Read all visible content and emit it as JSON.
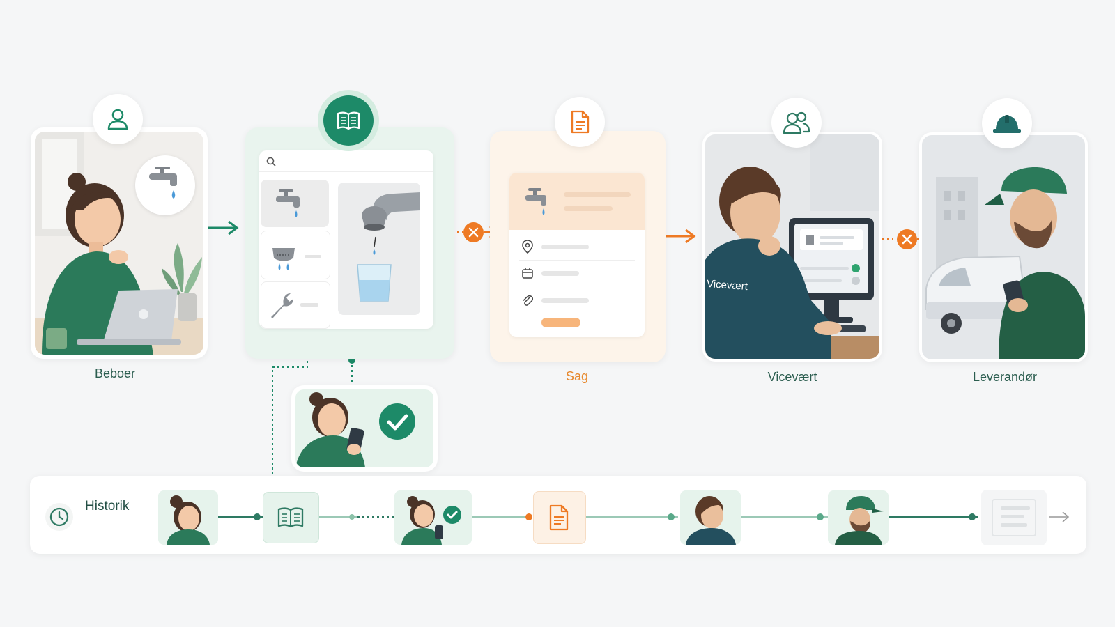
{
  "steps": {
    "beboer": {
      "label": "Beboer",
      "icon": "user-icon"
    },
    "knowledge": {
      "icon": "book-icon"
    },
    "sag": {
      "label": "Sag",
      "icon": "document-icon"
    },
    "vicevaert": {
      "label": "Vicevært",
      "icon": "users-icon",
      "shirt_text": "Vicevært"
    },
    "leverandor": {
      "label": "Leverandør",
      "icon": "hardhat-icon"
    }
  },
  "timeline": {
    "label": "Historik",
    "icon": "clock-icon"
  },
  "colors": {
    "green": "#1d8a68",
    "dark_green": "#2e7a63",
    "orange": "#ee7a24",
    "light_green": "#e6f3ec",
    "light_orange": "#fdf1e5"
  }
}
